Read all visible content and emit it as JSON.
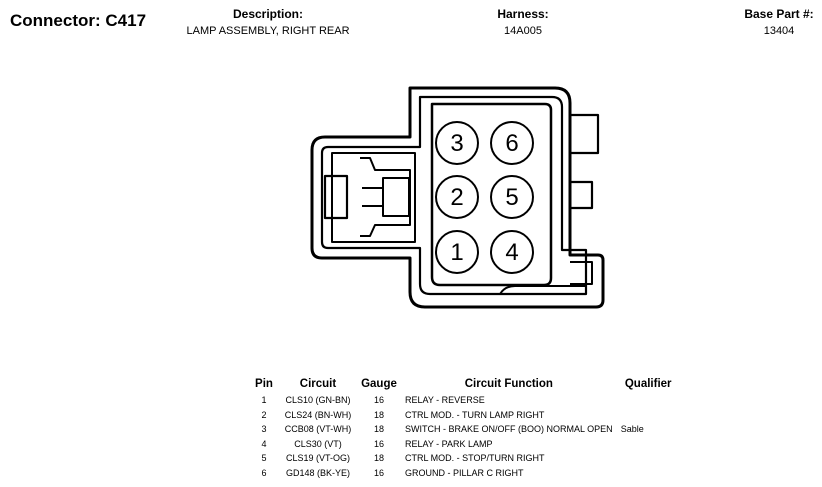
{
  "connector": {
    "label": "Connector: C417"
  },
  "header": {
    "description": {
      "label": "Description:",
      "value": "LAMP ASSEMBLY, RIGHT REAR"
    },
    "harness": {
      "label": "Harness:",
      "value": "14A005"
    },
    "base_part": {
      "label": "Base Part #:",
      "value": "13404"
    }
  },
  "diagram": {
    "pins": [
      {
        "number": "3"
      },
      {
        "number": "6"
      },
      {
        "number": "2"
      },
      {
        "number": "5"
      },
      {
        "number": "1"
      },
      {
        "number": "4"
      }
    ]
  },
  "table": {
    "headers": {
      "pin": "Pin",
      "circuit": "Circuit",
      "gauge": "Gauge",
      "function": "Circuit Function",
      "qualifier": "Qualifier"
    },
    "rows": [
      {
        "pin": "1",
        "circuit": "CLS10 (GN-BN)",
        "gauge": "16",
        "function": "RELAY - REVERSE",
        "qualifier": ""
      },
      {
        "pin": "2",
        "circuit": "CLS24 (BN-WH)",
        "gauge": "18",
        "function": "CTRL MOD. - TURN LAMP RIGHT",
        "qualifier": ""
      },
      {
        "pin": "3",
        "circuit": "CCB08 (VT-WH)",
        "gauge": "18",
        "function": "SWITCH - BRAKE ON/OFF (BOO) NORMAL OPEN",
        "qualifier": "Sable"
      },
      {
        "pin": "4",
        "circuit": "CLS30 (VT)",
        "gauge": "16",
        "function": "RELAY - PARK LAMP",
        "qualifier": ""
      },
      {
        "pin": "5",
        "circuit": "CLS19 (VT-OG)",
        "gauge": "18",
        "function": "CTRL MOD. - STOP/TURN RIGHT",
        "qualifier": ""
      },
      {
        "pin": "6",
        "circuit": "GD148 (BK-YE)",
        "gauge": "16",
        "function": "GROUND - PILLAR C RIGHT",
        "qualifier": ""
      }
    ]
  }
}
